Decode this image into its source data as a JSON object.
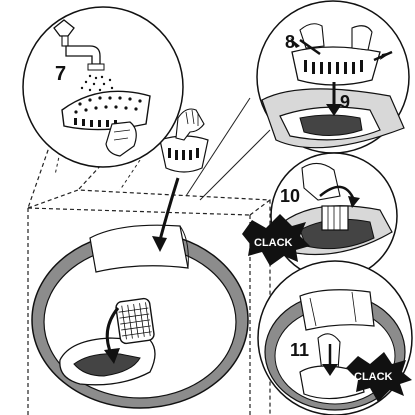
{
  "figure": {
    "steps": [
      {
        "id": "step-7",
        "label": "7"
      },
      {
        "id": "step-8",
        "label": "8"
      },
      {
        "id": "step-9",
        "label": "9"
      },
      {
        "id": "step-10",
        "label": "10"
      },
      {
        "id": "step-11",
        "label": "11"
      }
    ],
    "sound_effects": [
      "CLACK",
      "CLACK"
    ],
    "colors": {
      "ink": "#111111",
      "drum_grey": "#8c8c8c",
      "drum_light": "#d8d8d8",
      "badge": "#111111"
    }
  }
}
